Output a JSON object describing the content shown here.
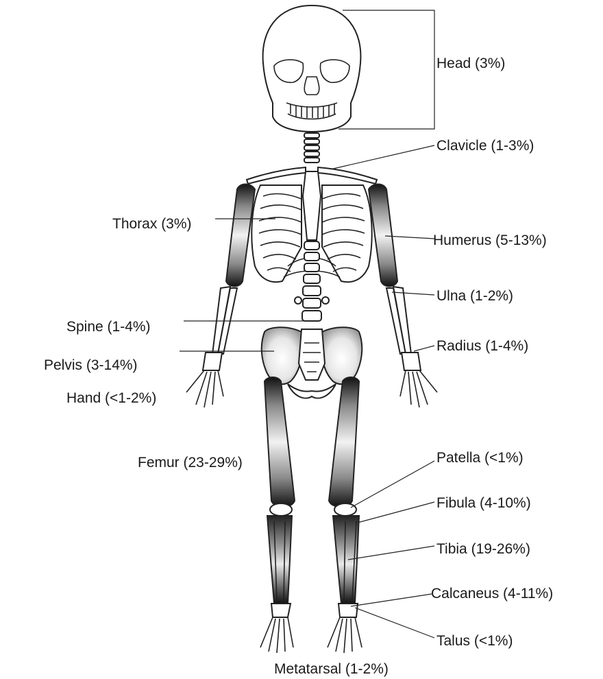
{
  "colors": {
    "ink": "#1a1a1a",
    "bone_fill": "#ffffff",
    "bone_shade": "#111111"
  },
  "labels": {
    "head": "Head (3%)",
    "clavicle": "Clavicle (1-3%)",
    "thorax": "Thorax (3%)",
    "humerus": "Humerus (5-13%)",
    "ulna": "Ulna (1-2%)",
    "spine": "Spine (1-4%)",
    "radius": "Radius (1-4%)",
    "pelvis": "Pelvis (3-14%)",
    "hand": "Hand (<1-2%)",
    "femur": "Femur (23-29%)",
    "patella": "Patella (<1%)",
    "fibula": "Fibula (4-10%)",
    "tibia": "Tibia (19-26%)",
    "calcaneus": "Calcaneus (4-11%)",
    "talus": "Talus (<1%)",
    "metatarsal": "Metatarsal (1-2%)"
  }
}
